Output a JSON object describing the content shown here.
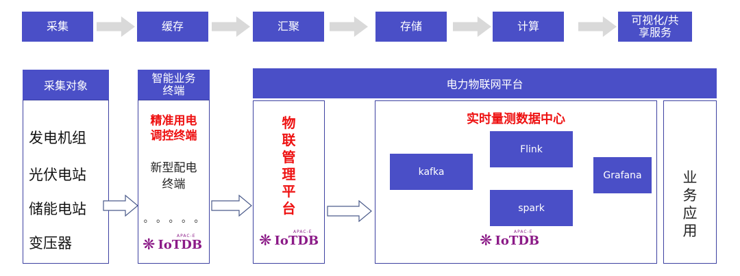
{
  "pipeline": {
    "steps": [
      "采集",
      "缓存",
      "汇聚",
      "存储",
      "计算",
      "可视化/共\n享服务"
    ]
  },
  "collect": {
    "header": "采集对象",
    "devices": [
      "发电机组",
      "光伏电站",
      "储能电站",
      "变压器"
    ]
  },
  "terminal": {
    "header": "智能业务\n终端",
    "highlight": "精准用电\n调控终端",
    "item": "新型配电\n终端",
    "dots": "。 。 。 。 。"
  },
  "platform": {
    "header": "电力物联网平台",
    "mgmt_chars": [
      "物",
      "联",
      "管",
      "理",
      "平",
      "台"
    ],
    "center_title": "实时量测数据中心",
    "components": [
      "kafka",
      "Flink",
      "spark",
      "Grafana"
    ],
    "app_chars": [
      "业",
      "务",
      "应",
      "用"
    ]
  },
  "logo": {
    "text": "IoTDB",
    "sub": "APAC-E"
  },
  "colors": {
    "accent": "#4a4fc7",
    "highlight": "#ee1111",
    "logo": "#8b1a87"
  }
}
